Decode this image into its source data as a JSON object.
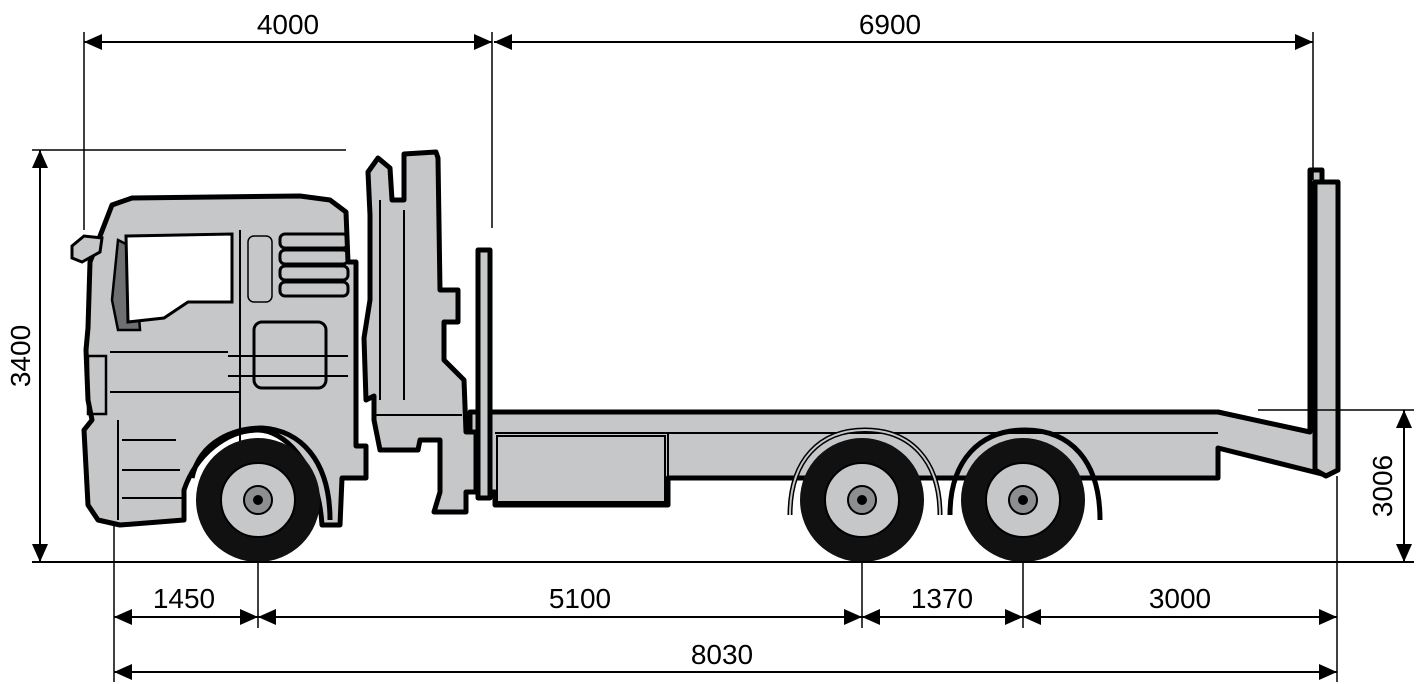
{
  "dimensions": {
    "crane_span": "4000",
    "deck_length": "6900",
    "overall_height": "3400",
    "deck_height": "3006",
    "front_overhang": "1450",
    "wheelbase": "5100",
    "tandem_spacing": "1370",
    "rear_overhang": "3000",
    "overall_length": "8030"
  },
  "colors": {
    "body": "#c6c7c9",
    "outline": "#000000",
    "tyre": "#111111",
    "hub": "#8d8e90"
  }
}
